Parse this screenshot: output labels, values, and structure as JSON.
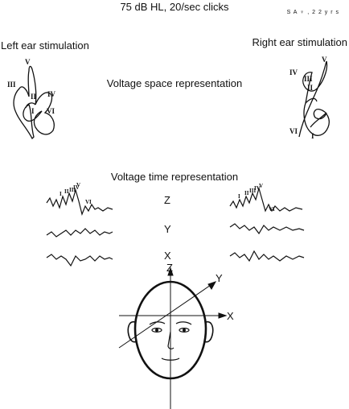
{
  "header": {
    "title": "75 dB HL, 20/sec clicks",
    "subject": "S A ♀ , 2 2 y r s"
  },
  "left_panel": {
    "title": "Left ear stimulation"
  },
  "right_panel": {
    "title": "Right ear stimulation"
  },
  "voltage_space": {
    "title": "Voltage space representation",
    "left_peak_labels": [
      "V",
      "III",
      "II",
      "IV",
      "I",
      "VI"
    ],
    "right_peak_labels": [
      "IV",
      "V",
      "III",
      "II",
      "VI",
      "I"
    ]
  },
  "voltage_time": {
    "title": "Voltage time representation",
    "channel_labels": [
      "Z",
      "Y",
      "X"
    ],
    "left_peak_labels": [
      "I",
      "II",
      "III",
      "IV",
      "V",
      "VI"
    ],
    "right_peak_labels": [
      "I",
      "II",
      "III",
      "IV",
      "V",
      "VI"
    ]
  },
  "head_axes": {
    "z": "Z",
    "y": "Y",
    "x": "X"
  }
}
